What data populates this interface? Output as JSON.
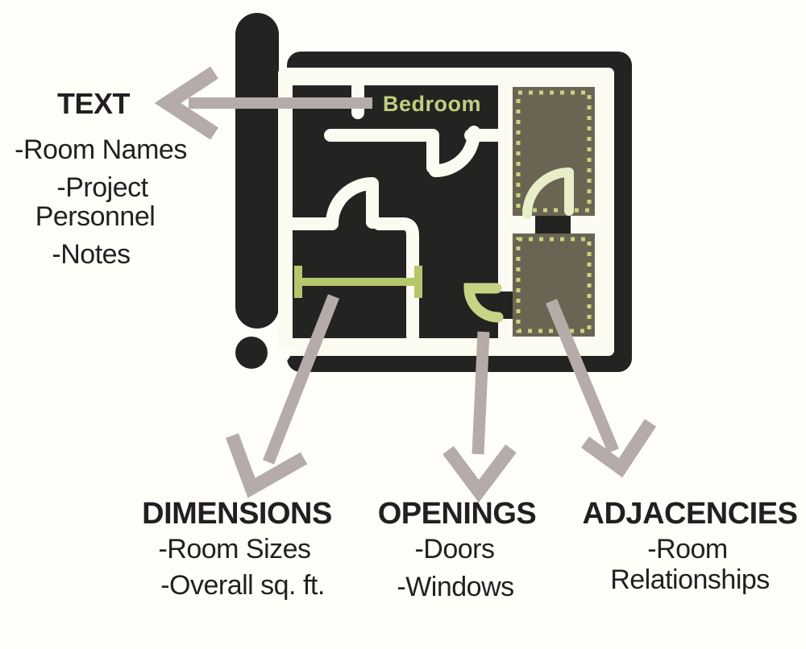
{
  "colors": {
    "ink": "#232322",
    "bg": "#fffef9",
    "paper": "#fcfbf2",
    "gray": "#b5acaa",
    "room": "#6a6452",
    "dash": "#c9d47e",
    "label": "#c1ce7e",
    "dim": "#b5c76b",
    "doorg": "#c6d584",
    "doorp": "#e7eec8",
    "textink": "#231f20"
  },
  "plan": {
    "room_label": "Bedroom"
  },
  "callouts": {
    "text": {
      "heading": "TEXT",
      "lines": [
        "-Room Names",
        "-Project",
        "Personnel",
        "-Notes"
      ]
    },
    "dimensions": {
      "heading": "DIMENSIONS",
      "lines": [
        "-Room Sizes",
        "-Overall sq. ft."
      ]
    },
    "openings": {
      "heading": "OPENINGS",
      "lines": [
        "-Doors",
        "-Windows"
      ]
    },
    "adjacencies": {
      "heading": "ADJACENCIES",
      "lines": [
        "-Room",
        "Relationships"
      ]
    }
  }
}
